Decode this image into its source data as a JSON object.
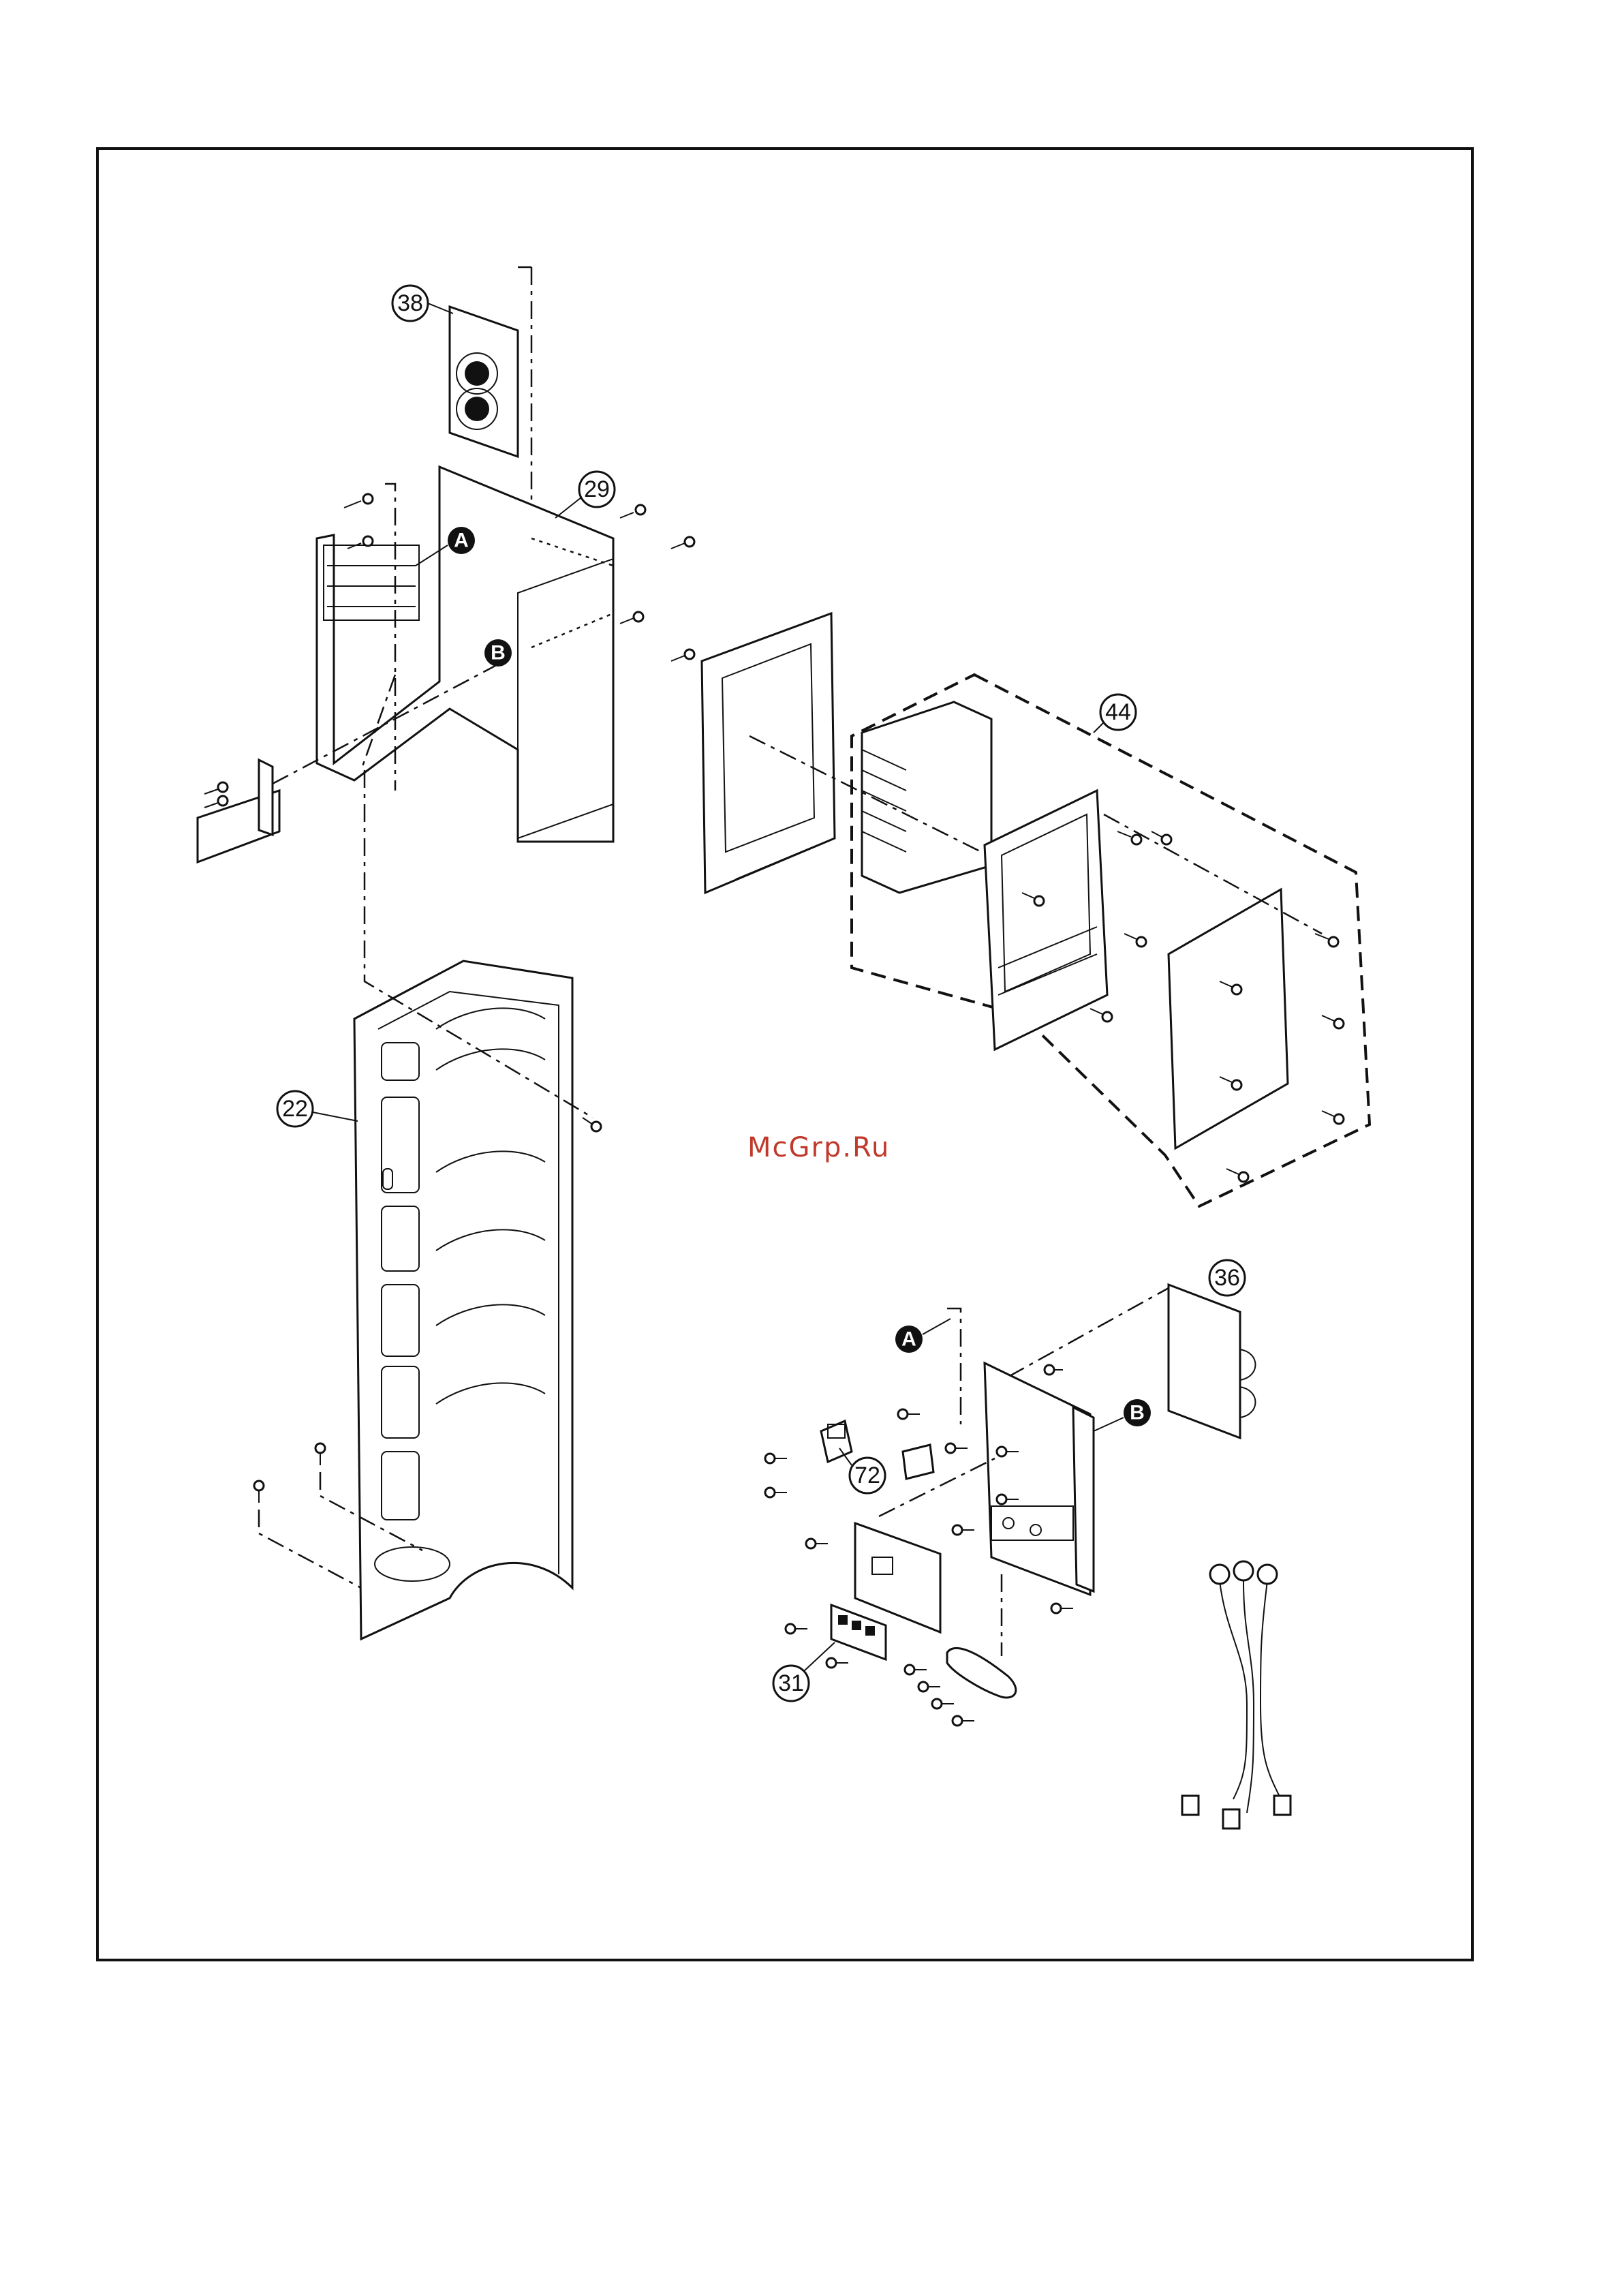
{
  "callouts": {
    "c38": "38",
    "c29": "29",
    "c44": "44",
    "c22": "22",
    "c36": "36",
    "c72": "72",
    "c31": "31"
  },
  "markers": {
    "a_top": "A",
    "b_top": "B",
    "a_bottom": "A",
    "b_bottom": "B"
  },
  "watermark": "McGrp.Ru"
}
